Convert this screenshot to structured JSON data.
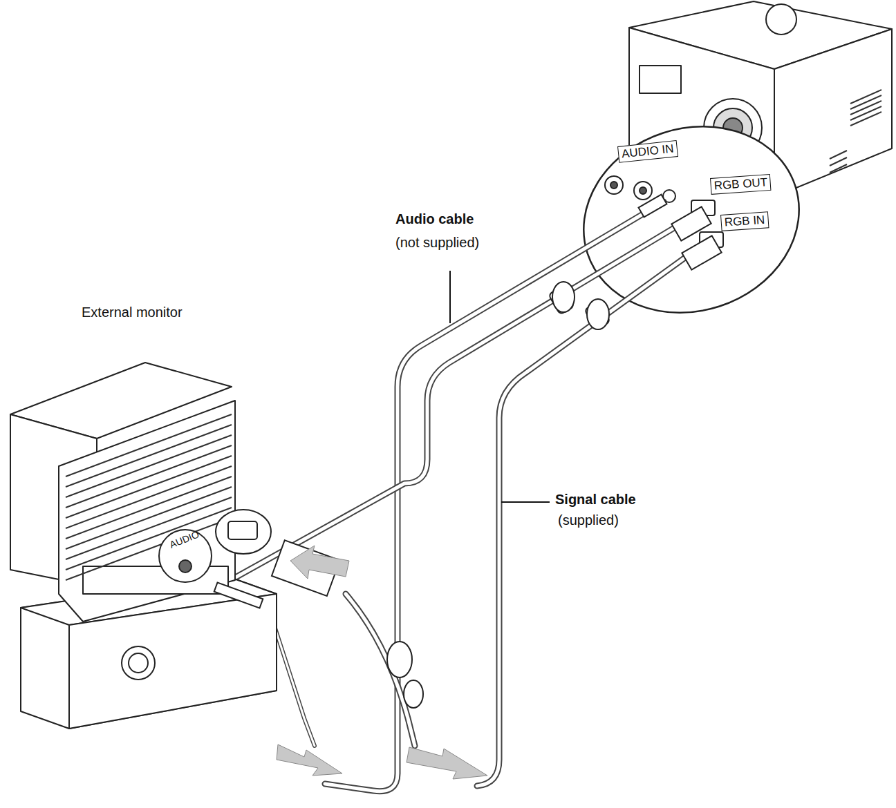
{
  "diagram": {
    "labels": [
      "AUDIO IN",
      "RGB OUT",
      "RGB IN",
      "Audio cable",
      "(not supplied)",
      "External monitor",
      "Signal cable",
      "(supplied)",
      "AUDIO"
    ]
  }
}
